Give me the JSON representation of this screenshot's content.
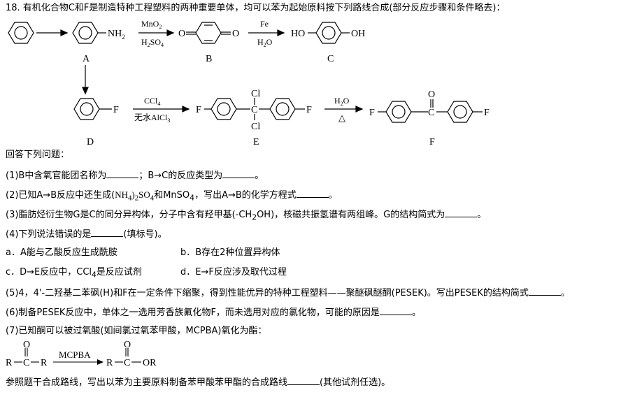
{
  "stem": "18. 有机化合物C和F是制造特种工程塑料的两种重要单体，均可以苯为起始原料按下列路线合成(部分反应步骤和条件略去)：",
  "scheme": {
    "nh2": "NH",
    "nh2_sub": "2",
    "step_ab_top": "MnO",
    "step_ab_top_sub": "2",
    "step_ab_bottom": "H",
    "step_ab_bottom_sub1": "2",
    "step_ab_bottom_mid": "SO",
    "step_ab_bottom_sub2": "4",
    "step_bc_top": "Fe",
    "step_bc_bottom": "H",
    "step_bc_bottom_sub": "2",
    "step_bc_bottom_end": "O",
    "o_left": "O",
    "o_right": "O",
    "ho_left": "HO",
    "oh_right": "OH",
    "label_a": "A",
    "label_b": "B",
    "label_c": "C",
    "f_d": "F",
    "step_de_top": "CCl",
    "step_de_top_sub": "4",
    "step_de_bottom": "无水AlCl",
    "step_de_bottom_sub": "3",
    "f_e_left": "F",
    "f_e_right": "F",
    "cl_top": "Cl",
    "cl_bottom": "Cl",
    "c_center": "C",
    "step_ef_top": "H",
    "step_ef_top_sub": "2",
    "step_ef_top_end": "O",
    "step_ef_bottom": "△",
    "f_f_left": "F",
    "f_f_right": "F",
    "o_ketone": "O",
    "c_ketone": "C",
    "label_d": "D",
    "label_e": "E",
    "label_f": "F"
  },
  "intro": "回答下列问题：",
  "q1": {
    "a": "(1)B中含氧官能团名称为",
    "b": "；B→C的反应类型为",
    "c": "。"
  },
  "q2": {
    "a": "(2)已知A→B反应中还生成(",
    "b": "NH",
    "b_sub": "4",
    "c": ")",
    "c_sub": "2",
    "d": "SO",
    "d_sub": "4",
    "e": "和MnSO",
    "e_sub": "4",
    "f": "，写出A→B的化学方程式",
    "g": "。"
  },
  "q3": {
    "a": "(3)脂肪烃衍生物G是C的同分异构体，分子中含有羟甲基(-CH",
    "a_sub": "2",
    "b": "OH)，核磁共振氢谱有两组峰。G的结构简式为",
    "c": "。"
  },
  "q4": {
    "a": "(4)下列说法错误的是",
    "b": "(填标号)。"
  },
  "opt_a": "a．A能与乙酸反应生成酰胺",
  "opt_b": "b．B存在2种位置异构体",
  "opt_c": {
    "a": "c．D→E反应中，CCl",
    "sub": "4",
    "b": "是反应试剂"
  },
  "opt_d": "d．E→F反应涉及取代过程",
  "q5": {
    "a": "(5)4，4'-二羟基二苯砜(H)和F在一定条件下缩聚，得到性能优异的特种工程塑料——聚醚砜醚酮(PESEK)。写出PESEK的结构简式",
    "b": "。"
  },
  "q6": {
    "a": "(6)制备PESEK反应中，单体之一选用芳香族氟化物F，而未选用对应的氯化物，可能的原因是",
    "b": "。"
  },
  "q7": {
    "a": "(7)已知酮可以被过氧酸(如间氯过氧苯甲酸，MCPBA)氧化为酯："
  },
  "q7_scheme": {
    "o_left": "O",
    "r1": "R",
    "c1": "C",
    "r2": "R",
    "reagent": "MCPBA",
    "o_right": "O",
    "r3": "R",
    "c2": "C",
    "or": "OR"
  },
  "q7_last": {
    "a": "参照题干合成路线，写出以苯为主要原料制备苯甲酸苯甲酯的合成路线",
    "b": "(其他试剂任选)。"
  }
}
